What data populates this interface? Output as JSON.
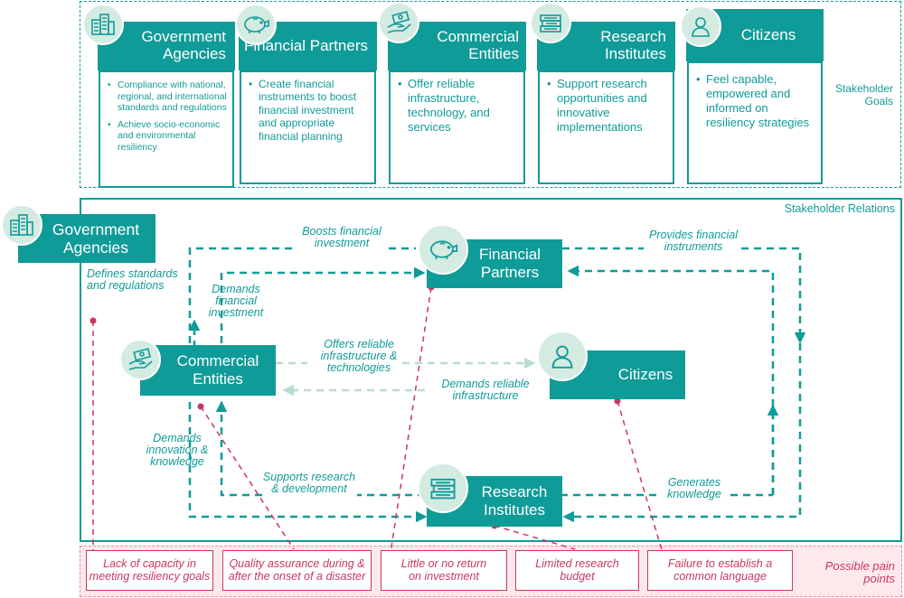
{
  "goals": {
    "label": "Stakeholder Goals",
    "stakeholders": [
      {
        "title": "Government Agencies",
        "icon": "building-icon",
        "items": [
          "Compliance with national, regional, and international standards and regulations",
          "Achieve socio-economic and environmental resiliency"
        ]
      },
      {
        "title": "Financial Partners",
        "icon": "piggy-bank-icon",
        "items": [
          "Create financial instruments to boost financial investment and appropriate financial planning"
        ]
      },
      {
        "title": "Commercial Entities",
        "icon": "hand-money-icon",
        "items": [
          "Offer reliable infrastructure, technology, and services"
        ]
      },
      {
        "title": "Research Institutes",
        "icon": "books-icon",
        "items": [
          "Support research opportunities and innovative implementations"
        ]
      },
      {
        "title": "Citizens",
        "icon": "person-icon",
        "items": [
          "Feel capable, empowered and informed on resiliency strategies"
        ]
      }
    ]
  },
  "relations": {
    "label": "Stakeholder Relations",
    "nodes": {
      "government": "Government Agencies",
      "financial": "Financial Partners",
      "commercial": "Commercial Entities",
      "citizens": "Citizens",
      "research": "Research Institutes"
    },
    "edges": {
      "defines": "Defines standards and regulations",
      "boosts": "Boosts financial investment",
      "provides": "Provides financial instruments",
      "demands_financial": "Demands financial investment",
      "offers": "Offers reliable infrastructure & technologies",
      "demands_infra": "Demands reliable infrastructure",
      "demands_innovation": "Demands innovation & knowledge",
      "supports": "Supports research & development",
      "generates": "Generates knowledge"
    }
  },
  "pain_points": {
    "label": "Possible pain points",
    "items": [
      "Lack of capacity in meeting resiliency goals",
      "Quality assurance during & after the onset of a disaster",
      "Little or no return on investment",
      "Limited research budget",
      "Failure to establish a common language"
    ]
  },
  "colors": {
    "teal": "#0f9b98",
    "light_teal": "#d4ebe2",
    "pain": "#c8385e",
    "pain_bg": "#fde9ec"
  }
}
